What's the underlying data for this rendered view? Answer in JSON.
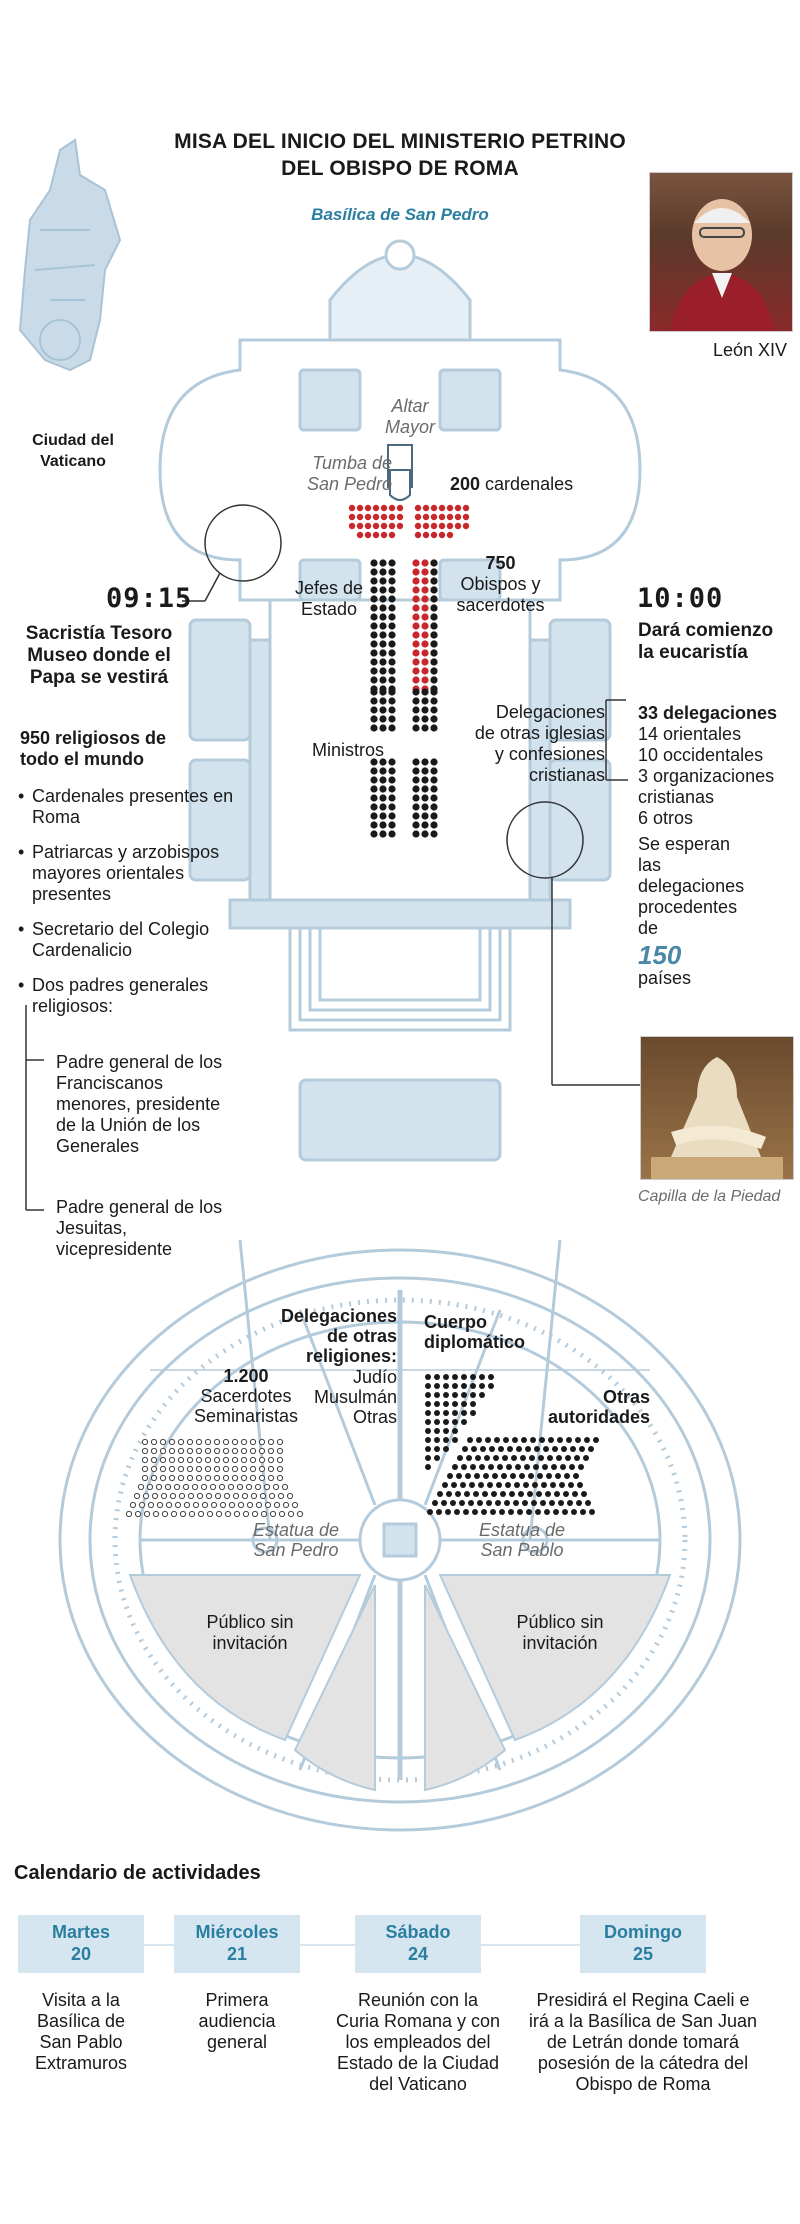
{
  "header": {
    "title_line1": "MISA DEL INICIO DEL MINISTERIO PETRINO",
    "title_line2": "DEL OBISPO DE ROMA",
    "basilica": "Basílica de San Pedro"
  },
  "map": {
    "label_line1": "Ciudad del",
    "label_line2": "Vaticano"
  },
  "pope": {
    "name": "León XIV"
  },
  "basilica_labels": {
    "altar_line1": "Altar",
    "altar_line2": "Mayor",
    "tomb_line1": "Tumba de",
    "tomb_line2": "San Pedro",
    "cardinals_num": "200",
    "cardinals_text": " cardenales",
    "bishops_num": "750",
    "bishops_line1": "Obispos y",
    "bishops_line2": "sacerdotes",
    "heads_line1": "Jefes de",
    "heads_line2": "Estado",
    "ministers": "Ministros",
    "delegations_line1": "Delegaciones",
    "delegations_line2": "de otras iglesias",
    "delegations_line3": "y confesiones",
    "delegations_line4": "cristianas"
  },
  "left_panel": {
    "time": "09:15",
    "place_line1": "Sacristía Tesoro",
    "place_line2": "Museo donde el",
    "place_line3": "Papa se vestirá",
    "religious_line1": "950 religiosos de",
    "religious_line2": "todo el mundo",
    "bullets": [
      "Cardenales presentes en Roma",
      "Patriarcas y arzobispos mayores orientales presentes",
      "Secretario del Colegio Cardenalicio",
      "Dos padres generales religiosos:"
    ],
    "sub_items": [
      "Padre general de los Franciscanos menores, presidente de la Unión de los Generales",
      "Padre general de los Jesuitas, vicepresidente"
    ]
  },
  "right_panel": {
    "time": "10:00",
    "start_line1": "Dará comienzo",
    "start_line2": "la eucaristía",
    "delegations_heading": "33 delegaciones",
    "delegations_items": [
      "14 orientales",
      "10 occidentales",
      "3 organizaciones",
      "cristianas",
      "6 otros"
    ],
    "expected_line1": "Se esperan",
    "expected_line2": "las",
    "expected_line3": "delegaciones",
    "expected_line4": "procedentes",
    "expected_line5": "de",
    "countries_num": "150",
    "countries_text": "países",
    "piety_caption": "Capilla de la Piedad"
  },
  "square": {
    "other_religions_line1": "Delegaciones",
    "other_religions_line2": "de otras",
    "other_religions_line3": "religiones:",
    "religions": [
      "Judío",
      "Musulmán",
      "Otras"
    ],
    "diplomatic_line1": "Cuerpo",
    "diplomatic_line2": "diplomático",
    "priests_num": "1.200",
    "priests_line1": "Sacerdotes",
    "priests_line2": "Seminaristas",
    "authorities_line1": "Otras",
    "authorities_line2": "autoridades",
    "statue_peter_line1": "Estatua de",
    "statue_peter_line2": "San Pedro",
    "statue_paul_line1": "Estatua de",
    "statue_paul_line2": "San Pablo",
    "public_left_line1": "Público sin",
    "public_left_line2": "invitación",
    "public_right_line1": "Público sin",
    "public_right_line2": "invitación"
  },
  "calendar": {
    "title": "Calendario de actividades",
    "days": [
      {
        "day": "Martes",
        "num": "20",
        "text_lines": [
          "Visita a la",
          "Basílica de",
          "San Pablo",
          "Extramuros"
        ]
      },
      {
        "day": "Miércoles",
        "num": "21",
        "text_lines": [
          "Primera",
          "audiencia",
          "general"
        ]
      },
      {
        "day": "Sábado",
        "num": "24",
        "text_lines": [
          "Reunión con la",
          "Curia Romana y con",
          "los empleados del",
          "Estado de la Ciudad",
          "del Vaticano"
        ]
      },
      {
        "day": "Domingo",
        "num": "25",
        "text_lines": [
          "Presidirá el Regina Caeli e",
          "irá a la Basílica de San Juan",
          "de Letrán donde tomará",
          "posesión de la cátedra del",
          "Obispo de Roma"
        ]
      }
    ]
  },
  "colors": {
    "plan": "#c9dbe8",
    "plan_stroke": "#a9c3d6",
    "accent": "#2a7fa0",
    "red_seat": "#c8282c",
    "black_seat": "#1a1a1a"
  }
}
